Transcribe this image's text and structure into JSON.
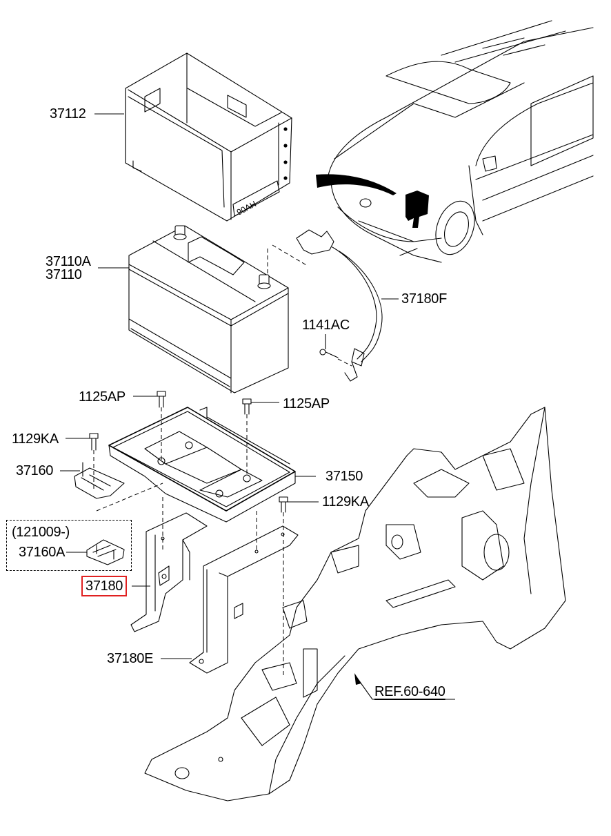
{
  "diagram": {
    "type": "exploded parts diagram",
    "subject": "battery, tray and mounting brackets",
    "highlight_color": "#e02020",
    "battery_box_marking": "90AH",
    "parts": [
      {
        "id": "p37112",
        "label": "37112",
        "desc": "battery insulation box"
      },
      {
        "id": "p37110A",
        "label": "37110A",
        "desc": "battery"
      },
      {
        "id": "p37110",
        "label": "37110",
        "desc": "battery"
      },
      {
        "id": "p37180F",
        "label": "37180F",
        "desc": "battery cable"
      },
      {
        "id": "p1141AC",
        "label": "1141AC",
        "desc": "bolt"
      },
      {
        "id": "p1125AP_left",
        "label": "1125AP",
        "desc": "bolt"
      },
      {
        "id": "p1125AP_right",
        "label": "1125AP",
        "desc": "bolt"
      },
      {
        "id": "p1129KA_left",
        "label": "1129KA",
        "desc": "bolt"
      },
      {
        "id": "p37160",
        "label": "37160",
        "desc": "clamp"
      },
      {
        "id": "p37150",
        "label": "37150",
        "desc": "battery tray"
      },
      {
        "id": "p1129KA_right",
        "label": "1129KA",
        "desc": "bolt"
      },
      {
        "id": "p37160A",
        "label": "37160A",
        "desc": "clamp (later type)",
        "note": "(121009-)"
      },
      {
        "id": "p37180",
        "label": "37180",
        "desc": "bracket",
        "highlighted": true
      },
      {
        "id": "p37180E",
        "label": "37180E",
        "desc": "bracket"
      }
    ],
    "reference": "REF.60-640"
  }
}
